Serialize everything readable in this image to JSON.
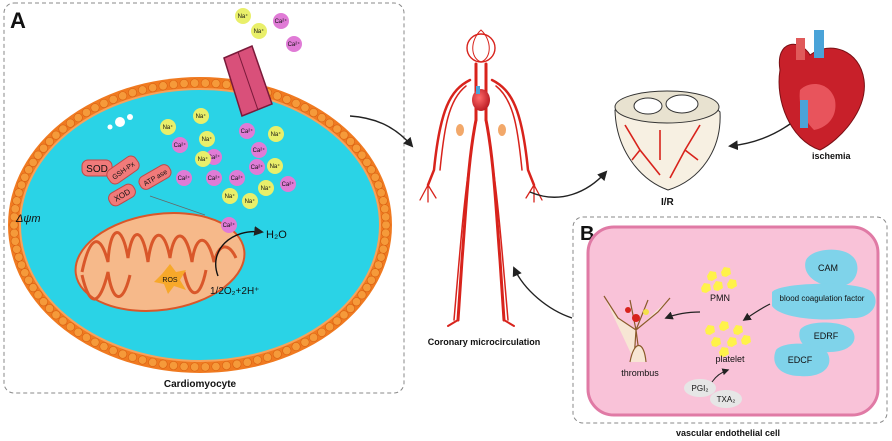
{
  "panel_a": {
    "letter": "A",
    "caption": "Cardiomyocyte",
    "enzymes": [
      "SOD",
      "GSH-Px",
      "ATP ase",
      "XOD"
    ],
    "ros": "ROS",
    "water": "H₂O",
    "reaction": "1/2O₂+2H⁺",
    "membrane_potential": "Δψm",
    "ions": {
      "na": "Na⁺",
      "ca": "Ca²⁺"
    }
  },
  "center": {
    "body_caption": "Coronary microcirculation",
    "ir_label": "I/R",
    "ischemia_label": "ischemia"
  },
  "panel_b": {
    "letter": "B",
    "caption": "vascular endothelial cell",
    "factors": [
      "CAM",
      "blood coagulation factor",
      "EDRF",
      "EDCF"
    ],
    "pmn": "PMN",
    "platelet": "platelet",
    "thrombus": "thrombus",
    "pgi2": "PGI₂",
    "txa2": "TXA₂"
  },
  "colors": {
    "membrane": "#f07a20",
    "cytoplasm": "#2ad3e6",
    "mito": "#f6b98a",
    "vessel": "#d8231c",
    "na_ion": "#e9ef6a",
    "ca_ion": "#e07bd6",
    "enzyme": "#f07a7a",
    "endothelial": "#f9c2d8",
    "factor": "#7fd3ea",
    "pmn": "#fff24a"
  }
}
